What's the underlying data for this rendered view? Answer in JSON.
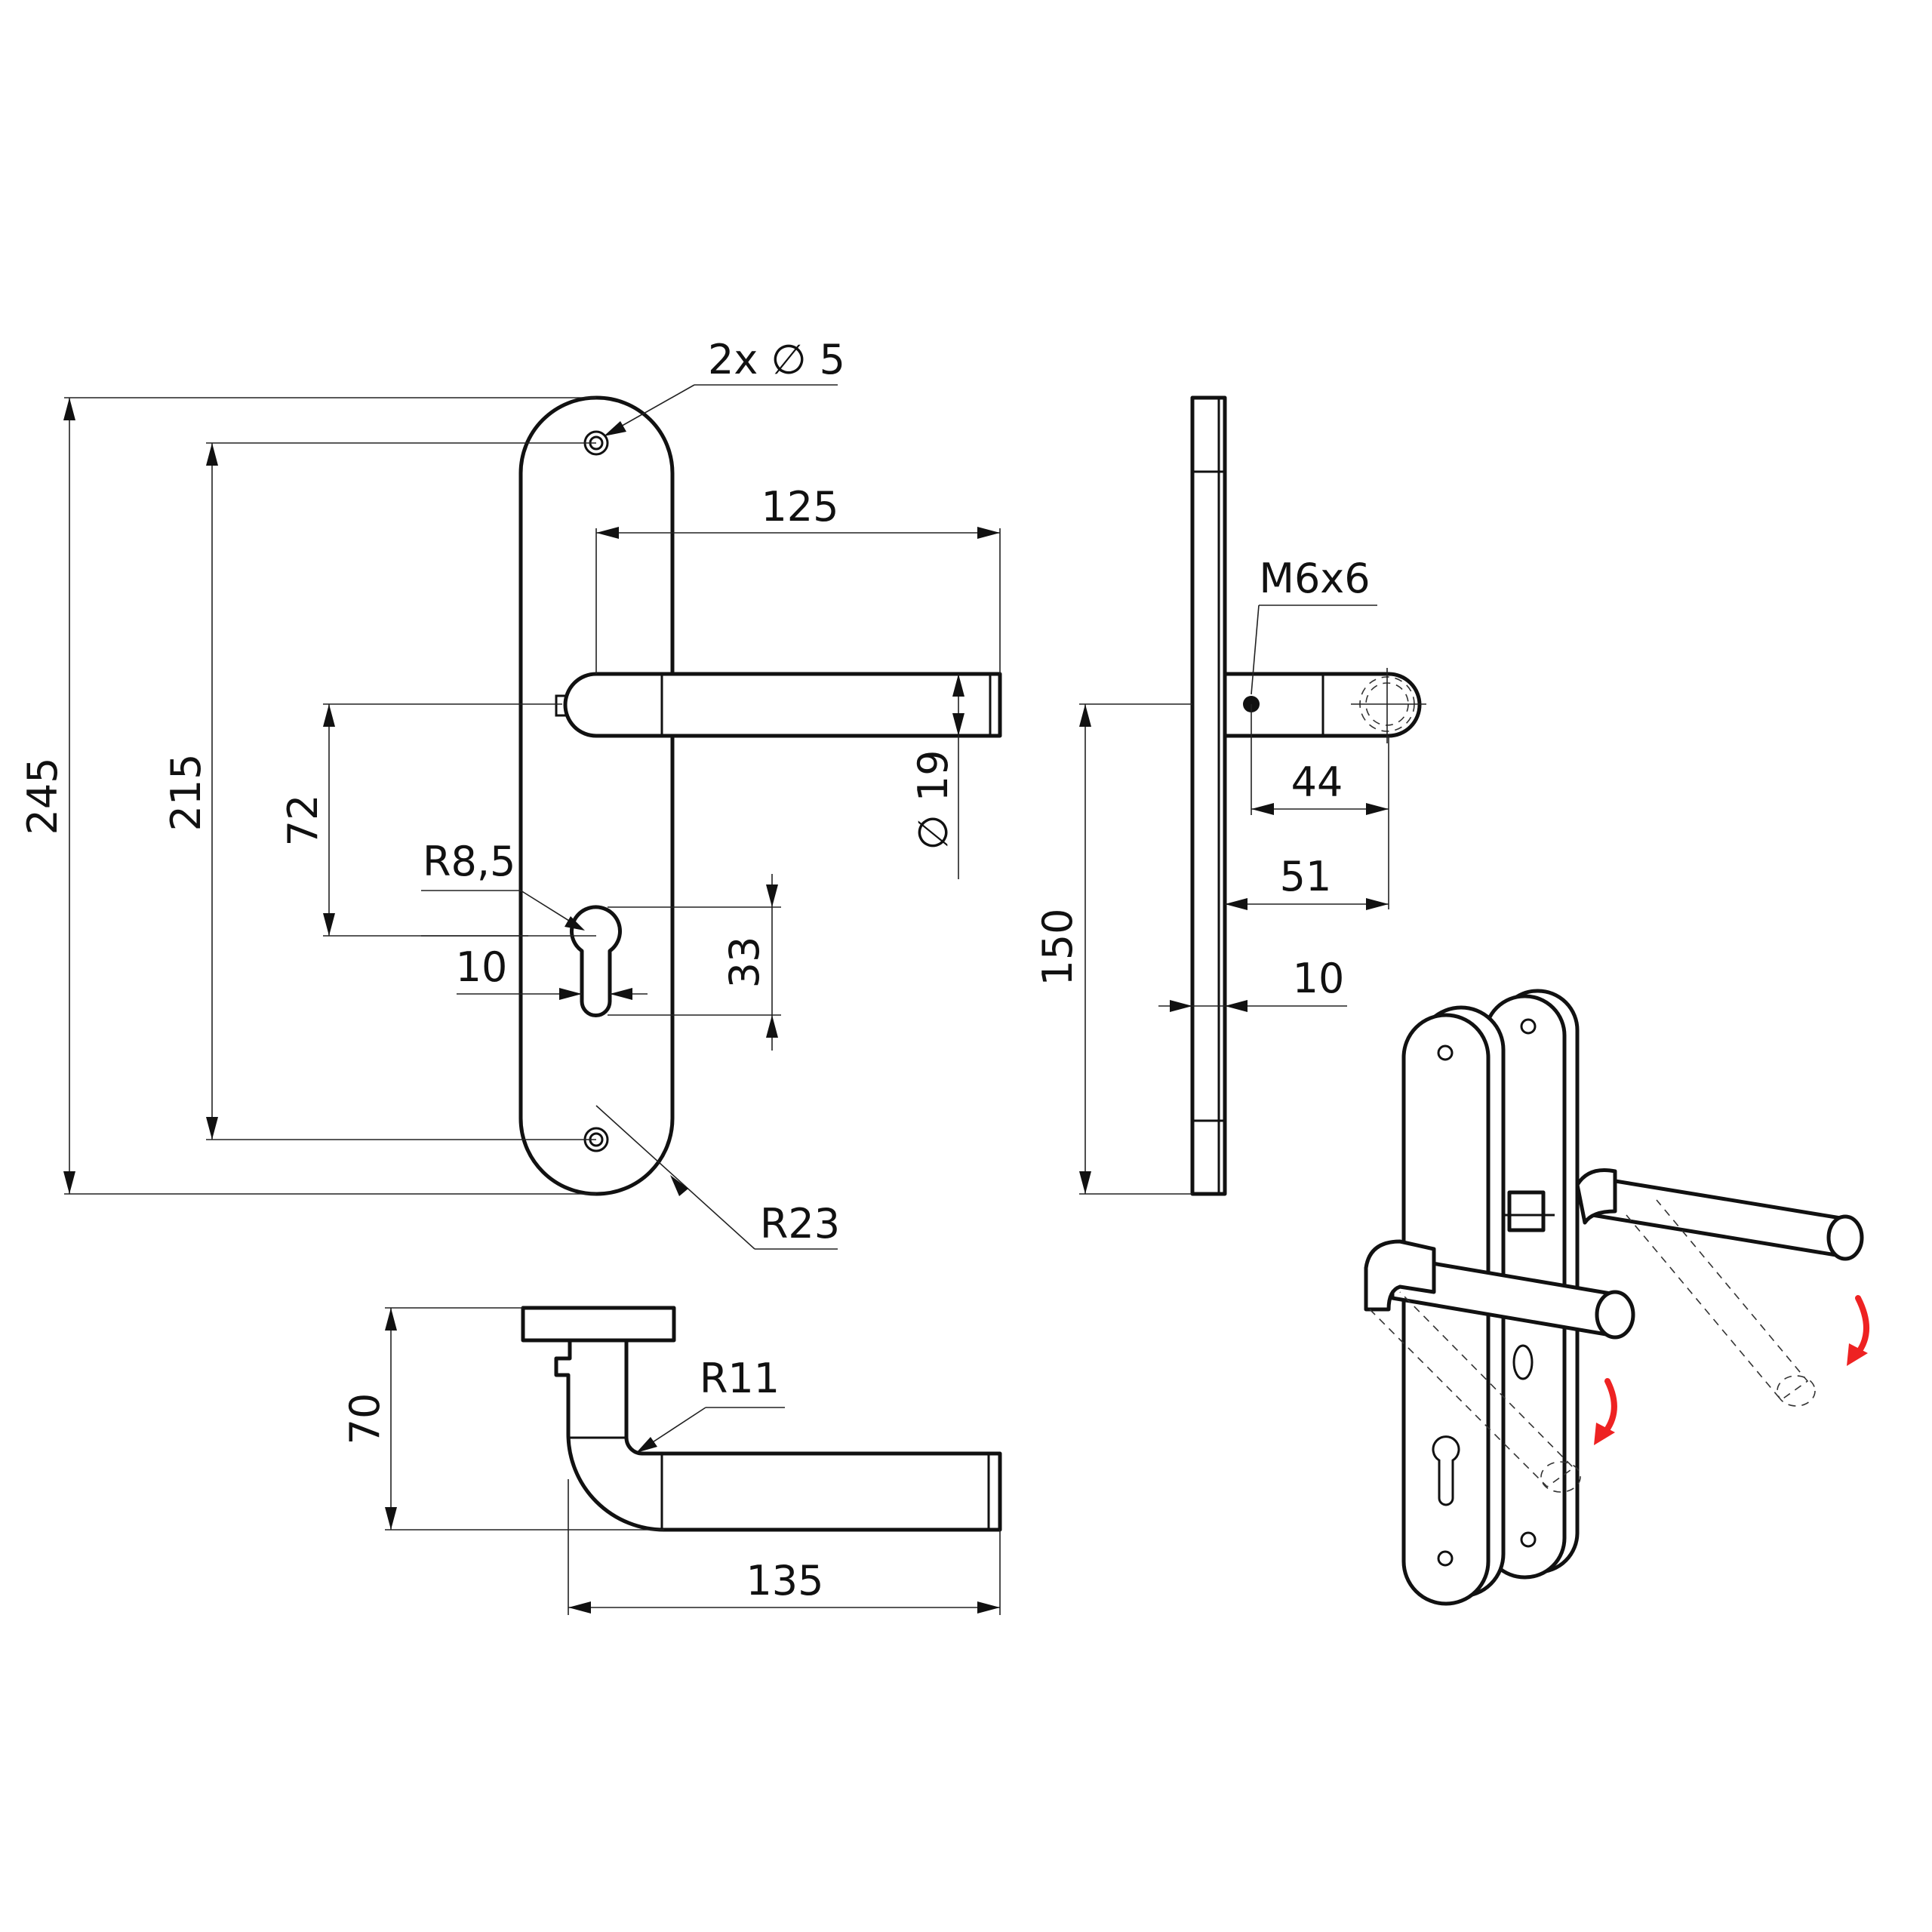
{
  "labels": {
    "holes": "2x ∅ 5",
    "len_245": "245",
    "len_215": "215",
    "len_72": "72",
    "len_125": "125",
    "dia_19": "∅ 19",
    "r_85": "R8,5",
    "len_10_key": "10",
    "len_33": "33",
    "r_23": "R23",
    "thread": "M6x6",
    "len_44": "44",
    "len_51": "51",
    "len_150": "150",
    "len_10_side": "10",
    "len_70": "70",
    "r_11": "R11",
    "len_135": "135"
  },
  "colors": {
    "line": "#111111",
    "rotation_arrows": "#ee2222"
  }
}
